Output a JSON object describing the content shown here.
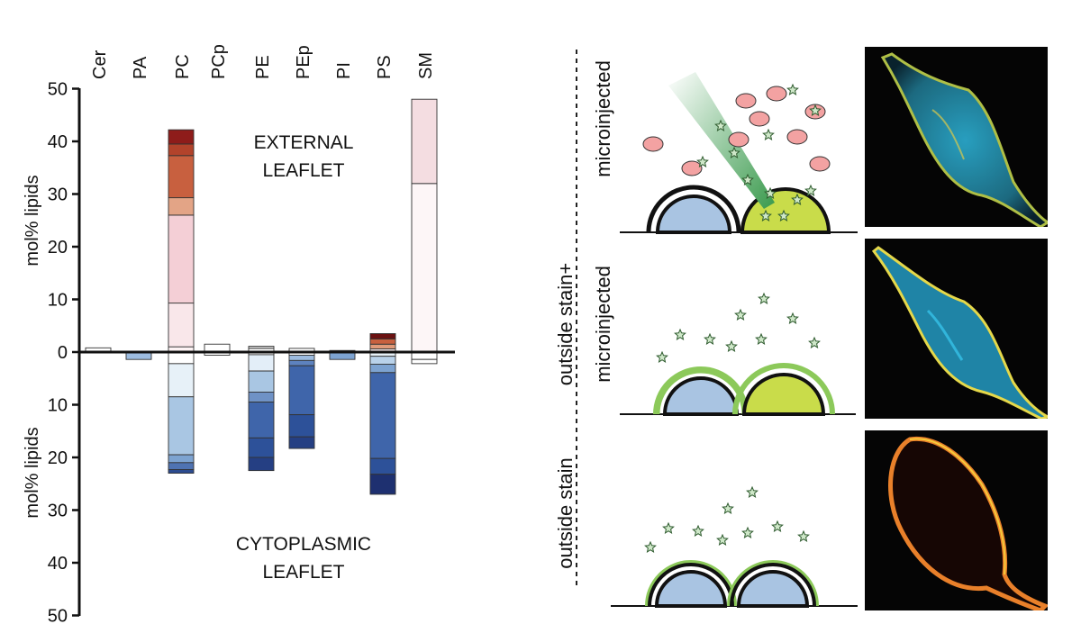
{
  "chart_data": {
    "type": "bar",
    "subtype": "stacked, diverging about zero (external leaflet up, cytoplasmic leaflet down)",
    "categories": [
      "Cer",
      "PA",
      "PC",
      "PCp",
      "PE",
      "PEp",
      "PI",
      "PS",
      "SM"
    ],
    "ylabel_top": "mol% lipids",
    "ylabel_bottom": "mol% lipids",
    "ylim_external": [
      0,
      50
    ],
    "ylim_cytoplasmic": [
      0,
      50
    ],
    "yticks_external": [
      "50",
      "40",
      "30",
      "20",
      "10",
      "0"
    ],
    "yticks_cytoplasmic": [
      "10",
      "20",
      "30",
      "40",
      "50"
    ],
    "label_external_1": "EXTERNAL",
    "label_external_2": "LEAFLET",
    "label_cytoplasmic_1": "CYTOPLASMIC",
    "label_cytoplasmic_2": "LEAFLET",
    "grid": false,
    "legend": "none",
    "external_segments": [
      {
        "category": "Cer",
        "segments": [
          {
            "from": 0,
            "to": 0.8,
            "color": "#ffffff"
          }
        ]
      },
      {
        "category": "PA",
        "segments": []
      },
      {
        "category": "PC",
        "segments": [
          {
            "from": 0,
            "to": 1,
            "color": "#fdf3f4"
          },
          {
            "from": 1,
            "to": 9.3,
            "color": "#f9e7ea"
          },
          {
            "from": 9.3,
            "to": 26,
            "color": "#f4cfd6"
          },
          {
            "from": 26,
            "to": 29.3,
            "color": "#e3a486"
          },
          {
            "from": 29.3,
            "to": 37.3,
            "color": "#c8603f"
          },
          {
            "from": 37.3,
            "to": 39.5,
            "color": "#b2432b"
          },
          {
            "from": 39.5,
            "to": 42.2,
            "color": "#8e1c1a"
          }
        ]
      },
      {
        "category": "PCp",
        "segments": [
          {
            "from": 0,
            "to": 1.5,
            "color": "#ffffff"
          }
        ]
      },
      {
        "category": "PE",
        "segments": [
          {
            "from": 0,
            "to": 0.7,
            "color": "#ffffff"
          },
          {
            "from": 0.7,
            "to": 1.1,
            "color": "#d9d9d9"
          }
        ]
      },
      {
        "category": "PEp",
        "segments": [
          {
            "from": 0,
            "to": 0.7,
            "color": "#ffffff"
          }
        ]
      },
      {
        "category": "PI",
        "segments": [
          {
            "from": 0,
            "to": 0.3,
            "color": "#ffffff"
          }
        ]
      },
      {
        "category": "PS",
        "segments": [
          {
            "from": 0,
            "to": 0.6,
            "color": "#f7e9ea"
          },
          {
            "from": 0.6,
            "to": 1.5,
            "color": "#e09a7a"
          },
          {
            "from": 1.5,
            "to": 2.5,
            "color": "#c8603f"
          },
          {
            "from": 2.5,
            "to": 3.5,
            "color": "#6b1212"
          }
        ]
      },
      {
        "category": "SM",
        "segments": [
          {
            "from": 0,
            "to": 32,
            "color": "#fdf6f7"
          },
          {
            "from": 32,
            "to": 48,
            "color": "#f4dde1"
          }
        ]
      }
    ],
    "cytoplasmic_segments": [
      {
        "category": "Cer",
        "segments": []
      },
      {
        "category": "PA",
        "segments": [
          {
            "from": 0,
            "to": 1.4,
            "color": "#9dbce0"
          }
        ]
      },
      {
        "category": "PC",
        "segments": [
          {
            "from": 0,
            "to": 2.2,
            "color": "#ffffff"
          },
          {
            "from": 2.2,
            "to": 8.5,
            "color": "#e7f1f8"
          },
          {
            "from": 8.5,
            "to": 19.5,
            "color": "#a9c6e3"
          },
          {
            "from": 19.5,
            "to": 21,
            "color": "#7da3d1"
          },
          {
            "from": 21,
            "to": 22.3,
            "color": "#4f73b2"
          },
          {
            "from": 22.3,
            "to": 23,
            "color": "#2c4b8f"
          }
        ]
      },
      {
        "category": "PCp",
        "segments": [
          {
            "from": 0,
            "to": 0.6,
            "color": "#ffffff"
          }
        ]
      },
      {
        "category": "PE",
        "segments": [
          {
            "from": 0,
            "to": 0.5,
            "color": "#ffffff"
          },
          {
            "from": 0.5,
            "to": 3.6,
            "color": "#e3eef8"
          },
          {
            "from": 3.6,
            "to": 7.6,
            "color": "#a9c6e3"
          },
          {
            "from": 7.6,
            "to": 9.5,
            "color": "#6f92c6"
          },
          {
            "from": 9.5,
            "to": 16.3,
            "color": "#3f65aa"
          },
          {
            "from": 16.3,
            "to": 20,
            "color": "#2d5199"
          },
          {
            "from": 20,
            "to": 22.5,
            "color": "#253f83"
          }
        ]
      },
      {
        "category": "PEp",
        "segments": [
          {
            "from": 0,
            "to": 0.6,
            "color": "#ffffff"
          },
          {
            "from": 0.6,
            "to": 1.6,
            "color": "#9dbce0"
          },
          {
            "from": 1.6,
            "to": 2.6,
            "color": "#5d82bf"
          },
          {
            "from": 2.6,
            "to": 11.9,
            "color": "#3f65aa"
          },
          {
            "from": 11.9,
            "to": 16.1,
            "color": "#2d5199"
          },
          {
            "from": 16.1,
            "to": 18.3,
            "color": "#253f83"
          }
        ]
      },
      {
        "category": "PI",
        "segments": [
          {
            "from": 0,
            "to": 1.4,
            "color": "#7da3d1"
          }
        ]
      },
      {
        "category": "PS",
        "segments": [
          {
            "from": 0,
            "to": 0.8,
            "color": "#e7f1f8"
          },
          {
            "from": 0.8,
            "to": 2.3,
            "color": "#b9d2ea"
          },
          {
            "from": 2.3,
            "to": 3.9,
            "color": "#7da3d1"
          },
          {
            "from": 3.9,
            "to": 20.2,
            "color": "#3f65aa"
          },
          {
            "from": 20.2,
            "to": 23.2,
            "color": "#2d5199"
          },
          {
            "from": 23.2,
            "to": 27,
            "color": "#1e3070"
          }
        ]
      },
      {
        "category": "SM",
        "segments": [
          {
            "from": 0,
            "to": 1.4,
            "color": "#ffffff"
          },
          {
            "from": 1.4,
            "to": 2.2,
            "color": "#ffffff"
          }
        ]
      }
    ]
  },
  "schematic": {
    "row_labels": {
      "row1": "microinjected",
      "row2_line1": "outside stain+",
      "row2_line2": "microinjected",
      "row3": "outside stain"
    },
    "colors": {
      "cell_blue": "#a9c4e2",
      "cell_green": "#c9dc4a",
      "membrane_green": "#8cc95a",
      "vesicle": "#f3a2a2",
      "star_fill": "#cfe8c9",
      "cone_top": "#ffffff",
      "cone_bottom": "#3a9a4d"
    }
  }
}
